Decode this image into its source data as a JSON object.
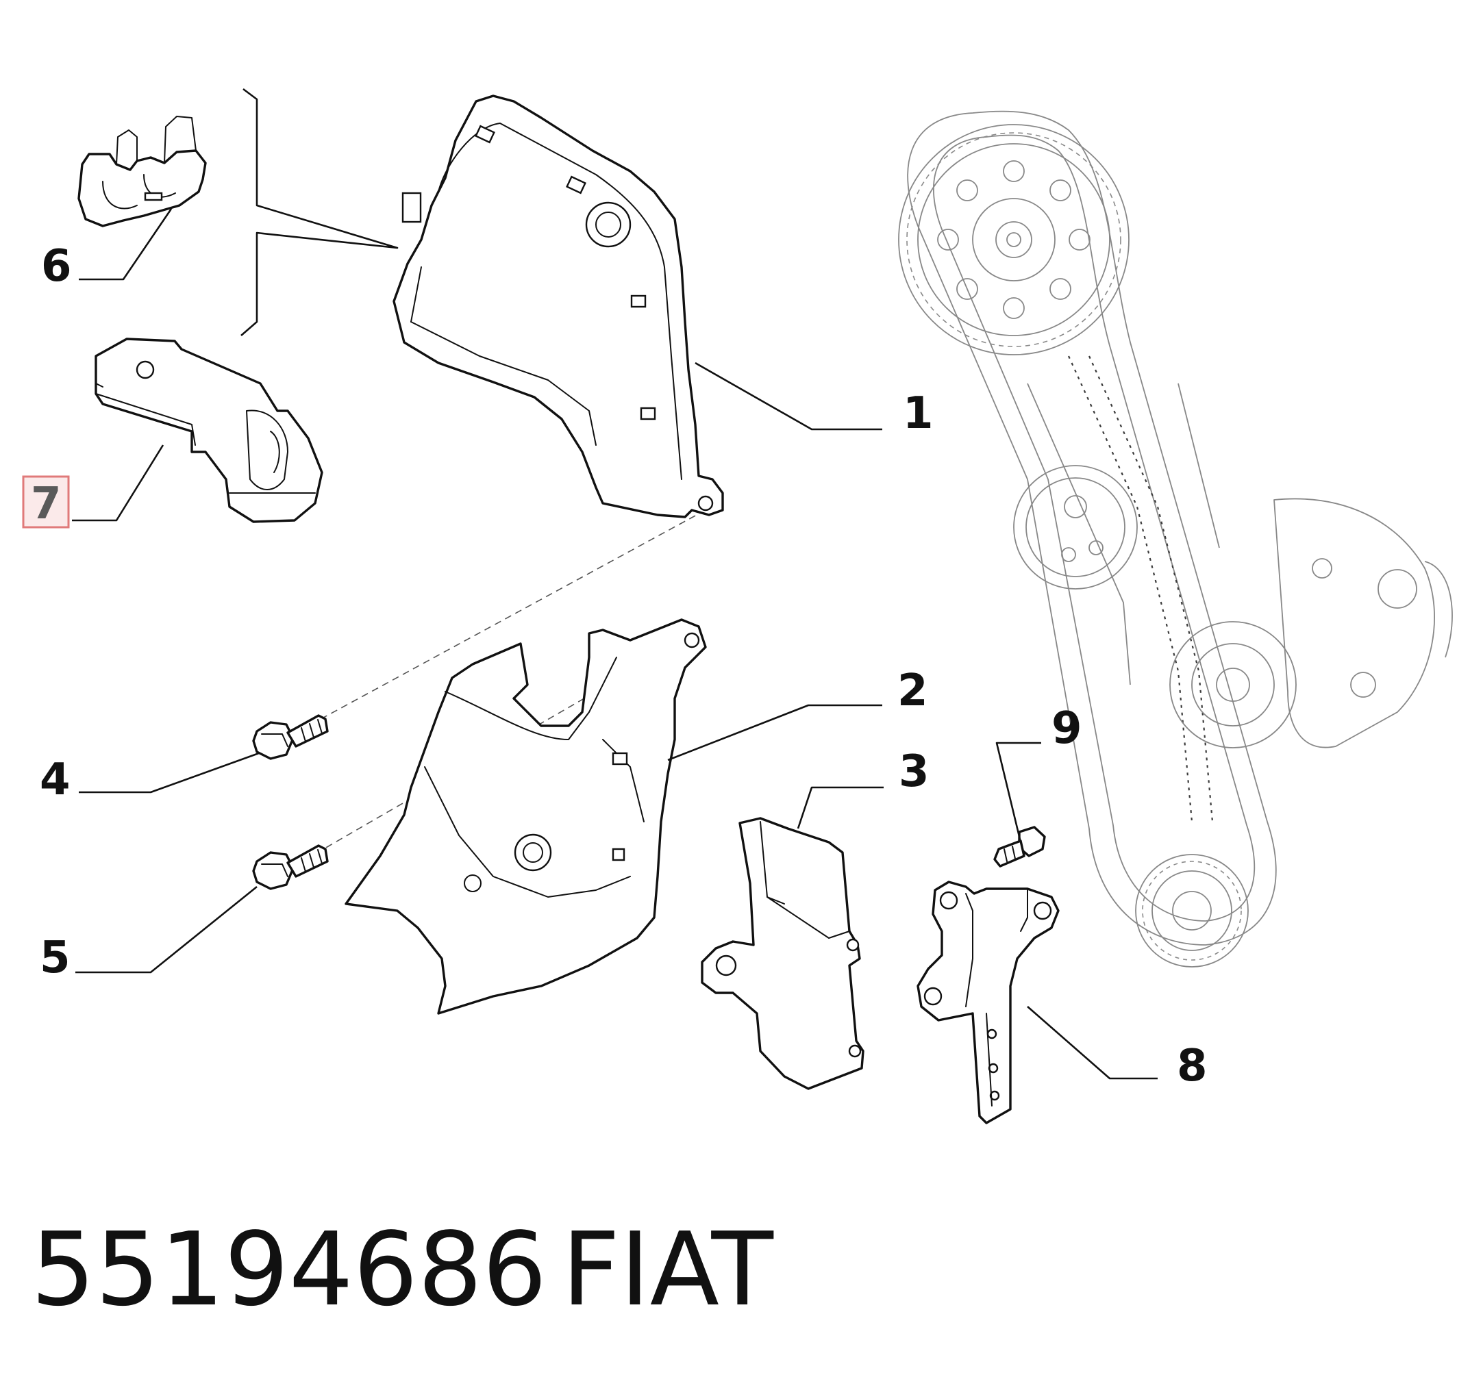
{
  "callouts": [
    {
      "id": "1",
      "label": "1",
      "highlighted": false
    },
    {
      "id": "2",
      "label": "2",
      "highlighted": false
    },
    {
      "id": "3",
      "label": "3",
      "highlighted": false
    },
    {
      "id": "4",
      "label": "4",
      "highlighted": false
    },
    {
      "id": "5",
      "label": "5",
      "highlighted": false
    },
    {
      "id": "6",
      "label": "6",
      "highlighted": false
    },
    {
      "id": "7",
      "label": "7",
      "highlighted": true
    },
    {
      "id": "8",
      "label": "8",
      "highlighted": false
    },
    {
      "id": "9",
      "label": "9",
      "highlighted": false
    }
  ],
  "footer": {
    "part_number": "55194686",
    "brand": "FIAT"
  },
  "colors": {
    "line": "#111111",
    "highlight_border": "#e07a7a",
    "highlight_fill": "#fbeaea"
  }
}
